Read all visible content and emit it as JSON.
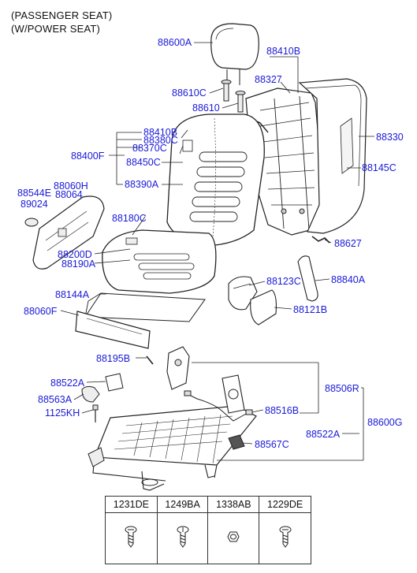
{
  "header": {
    "line1": "(PASSENGER SEAT)",
    "line2": "(W/POWER SEAT)"
  },
  "labels": {
    "p88600A": "88600A",
    "p88410B_top": "88410B",
    "p88327": "88327",
    "p88610C": "88610C",
    "p88610": "88610",
    "p88330": "88330",
    "p88410B": "88410B",
    "p88380C": "88380C",
    "p88370C": "88370C",
    "p88400F": "88400F",
    "p88450C": "88450C",
    "p88390A": "88390A",
    "p88145C": "88145C",
    "p88060H": "88060H",
    "p88544E": "88544E",
    "p88064": "88064",
    "p89024": "89024",
    "p88180C": "88180C",
    "p88627": "88627",
    "p88200D": "88200D",
    "p88190A": "88190A",
    "p88123C": "88123C",
    "p88840A": "88840A",
    "p88144A": "88144A",
    "p88121B": "88121B",
    "p88060F": "88060F",
    "p88195B": "88195B",
    "p88522A_left": "88522A",
    "p88506R": "88506R",
    "p88563A": "88563A",
    "p1125KH": "1125KH",
    "p88516B": "88516B",
    "p88600G": "88600G",
    "p88522A_right": "88522A",
    "p88567C": "88567C"
  },
  "fasteners": [
    {
      "code": "1231DE",
      "icon": "screw-icon"
    },
    {
      "code": "1249BA",
      "icon": "screw-icon"
    },
    {
      "code": "1338AB",
      "icon": "nut-icon"
    },
    {
      "code": "1229DE",
      "icon": "screw-icon"
    }
  ],
  "colors": {
    "label": "#1a1ad8",
    "line": "#222222"
  }
}
